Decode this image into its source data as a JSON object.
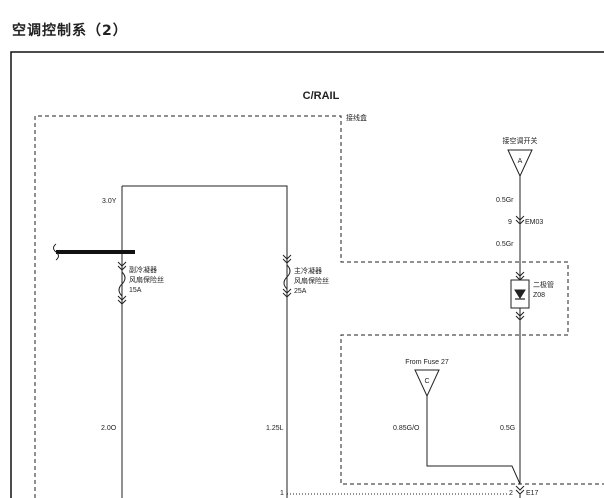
{
  "page": {
    "title": "空调控制系（2）"
  },
  "diagram": {
    "title": "C/RAIL",
    "harness_label": "接线盒",
    "switch_label": "接空调开关",
    "connector_a": "A",
    "connector_c": "C",
    "from_fuse": "From Fuse 27",
    "wires": {
      "w_3_0y": "3.0Y",
      "w_0_5gr_top": "0.5Gr",
      "w_0_5gr_mid": "0.5Gr",
      "w_2_0o": "2.0O",
      "w_1_25l": "1.25L",
      "w_0_85g_o": "0.85G/O",
      "w_0_5g": "0.5G"
    },
    "em03_pin": "9",
    "em03_label": "EM03",
    "diode_label_1": "二极管",
    "diode_label_2": "Z08",
    "fuse1": {
      "line1": "副冷凝器",
      "line2": "风扇保险丝",
      "rating": "15A"
    },
    "fuse2": {
      "line1": "主冷凝器",
      "line2": "风扇保险丝",
      "rating": "25A"
    },
    "pin_1": "1",
    "pin_2": "2",
    "e17_label": "E17"
  }
}
